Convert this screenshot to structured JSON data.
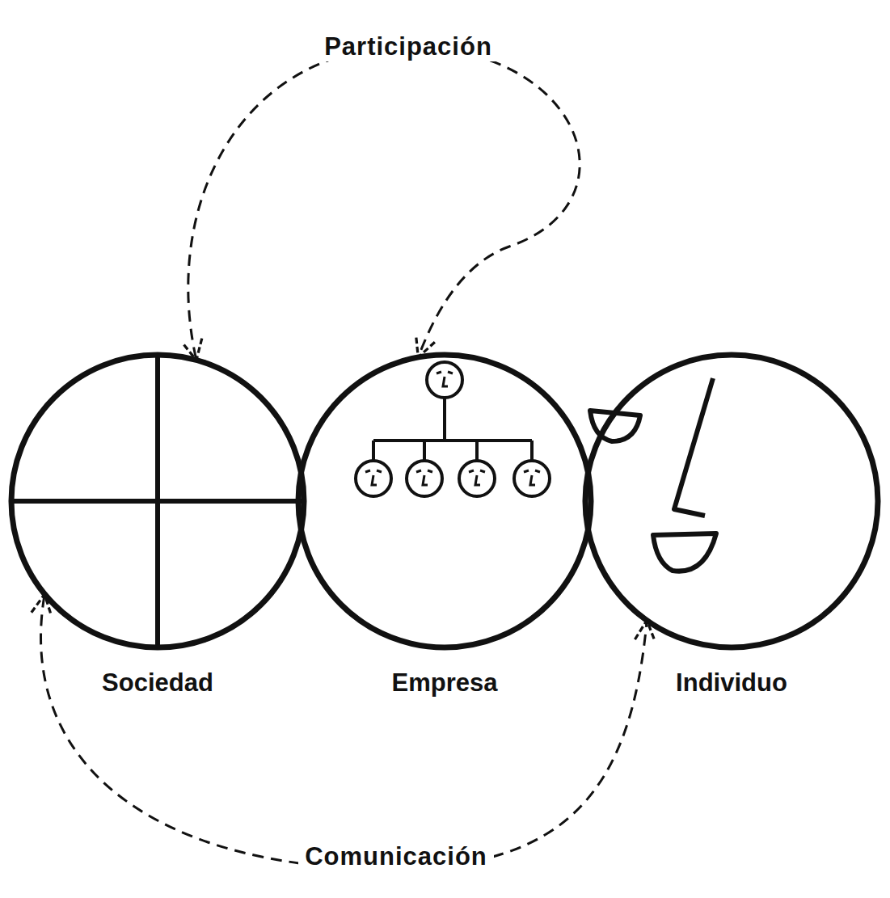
{
  "diagram": {
    "nodes": [
      {
        "text": [
          "Sociedad"
        ]
      },
      {
        "text": [
          "Empresa"
        ]
      },
      {
        "text": [
          "Individuo"
        ]
      }
    ],
    "edges": [
      {
        "from": 0,
        "to": 1,
        "arrow": "both",
        "label": "Participación"
      },
      {
        "from": 0,
        "to": 2,
        "arrow": "both",
        "label": "Comunicación"
      }
    ]
  }
}
